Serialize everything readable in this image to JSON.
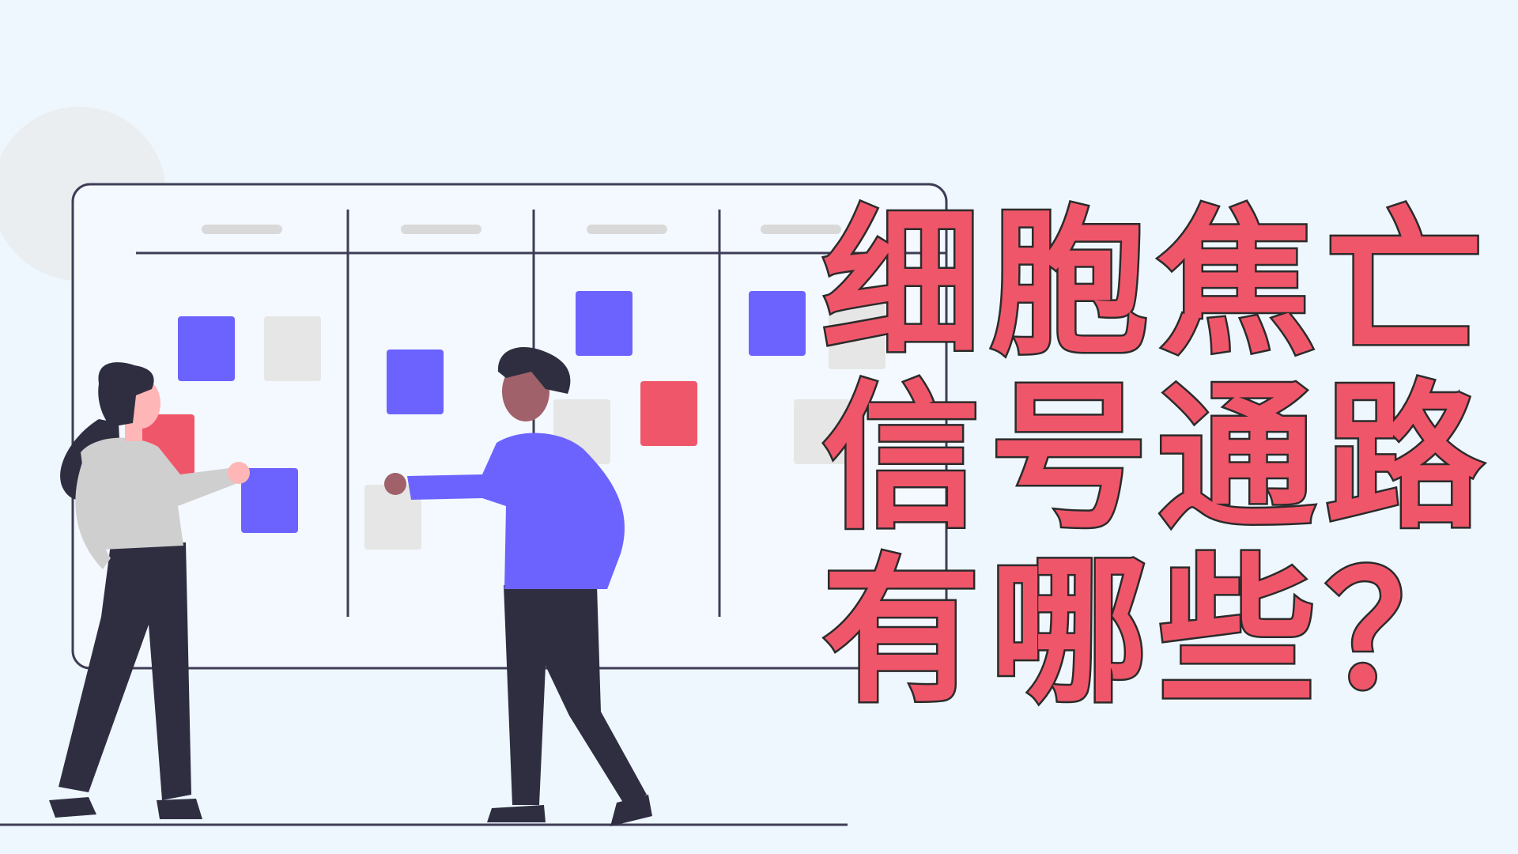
{
  "headline": {
    "lines": [
      "细胞焦亡",
      "信号通路",
      "有哪些？"
    ]
  },
  "colors": {
    "background": "#eef7fe",
    "title_fill": "#f0566a",
    "title_outline": "#2b2b2b",
    "card_purple": "#6c63ff",
    "card_pink": "#f0566a",
    "card_gray": "#e6e6e6",
    "ink_dark": "#2f2e41"
  },
  "illustration": {
    "subject": "two-people-at-kanban-board"
  }
}
